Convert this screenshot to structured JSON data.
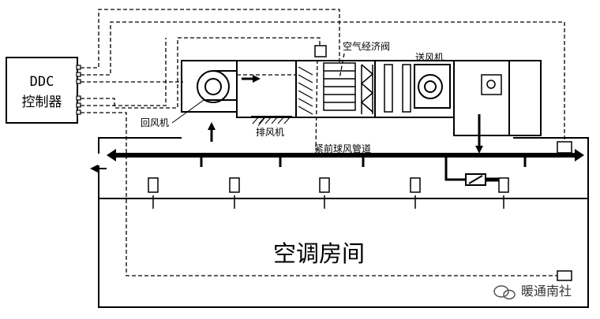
{
  "diagram": {
    "controller": {
      "line1": "DDC",
      "line2": "控制器"
    },
    "labels": {
      "economizer": "空气经济阀",
      "supply_fan": "送风机",
      "return_fan": "回风机",
      "exhaust_fan": "排风机",
      "duct": "紧前球风管道",
      "room": "空调房间"
    },
    "watermark": "暖通南社"
  }
}
